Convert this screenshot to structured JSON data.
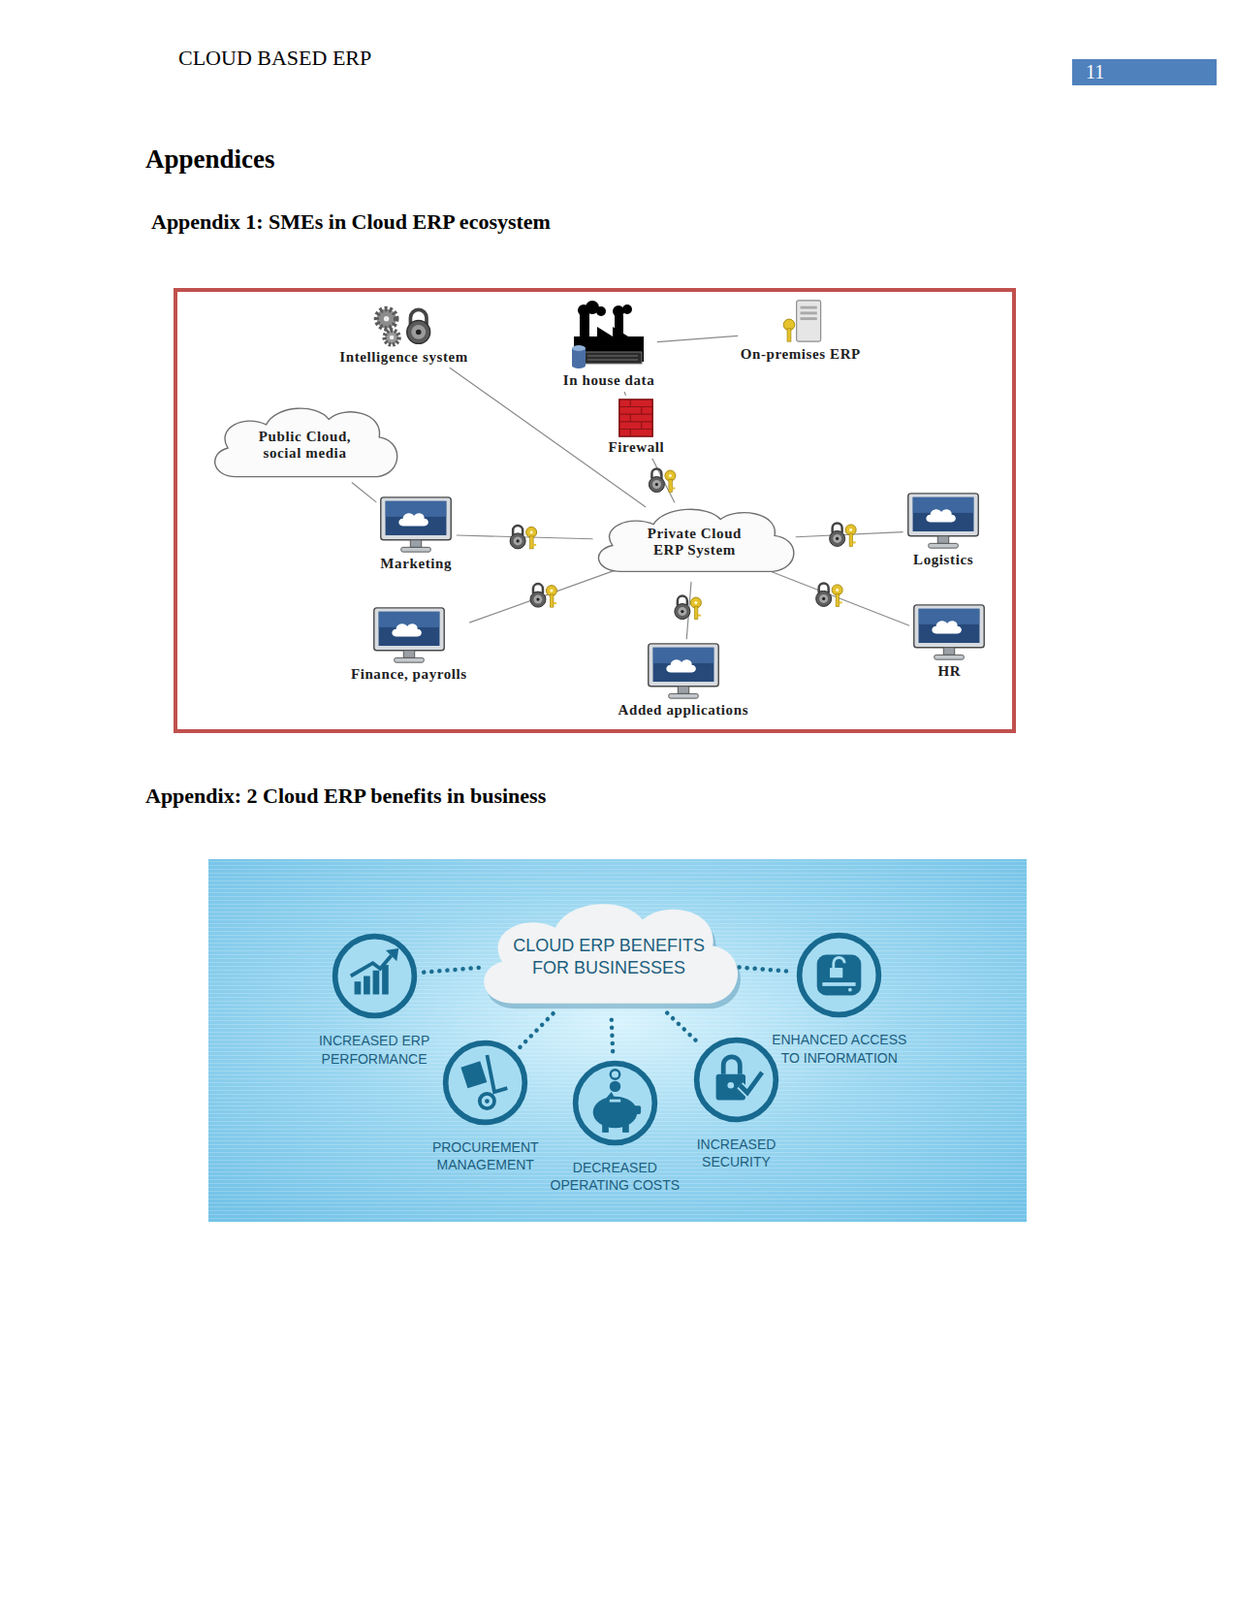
{
  "diagram": {
    "title": "Appendices",
    "nodes": [
      {
        "text": [
          "Intelligence system"
        ]
      },
      {
        "text": [
          "In house data"
        ]
      },
      {
        "text": [
          "On-premises ERP"
        ]
      },
      {
        "text": [
          "Firewall"
        ]
      },
      {
        "text": [
          "Public Cloud, social media"
        ]
      },
      {
        "text": [
          "Marketing"
        ]
      },
      {
        "text": [
          "Private Cloud ERP System"
        ]
      },
      {
        "text": [
          "Logistics"
        ]
      },
      {
        "text": [
          "Finance, payrolls"
        ]
      },
      {
        "text": [
          "HR"
        ]
      },
      {
        "text": [
          "Added applications"
        ]
      },
      {
        "text": [
          "CLOUD ERP BENEFITS FOR BUSINESSES"
        ]
      },
      {
        "text": [
          "INCREASED ERP PERFORMANCE"
        ]
      },
      {
        "text": [
          "ENHANCED ACCESS TO INFORMATION"
        ]
      },
      {
        "text": [
          "PROCUREMENT MANAGEMENT"
        ]
      },
      {
        "text": [
          "DECREASED OPERATING COSTS"
        ]
      },
      {
        "text": [
          "INCREASED SECURITY"
        ]
      }
    ],
    "edges": [
      {
        "from": 0,
        "to": 6,
        "arrow": "none"
      },
      {
        "from": 1,
        "to": 2,
        "arrow": "none"
      },
      {
        "from": 1,
        "to": 3,
        "arrow": "none"
      },
      {
        "from": 3,
        "to": 6,
        "arrow": "none"
      },
      {
        "from": 4,
        "to": 5,
        "arrow": "none"
      },
      {
        "from": 5,
        "to": 6,
        "arrow": "none"
      },
      {
        "from": 6,
        "to": 7,
        "arrow": "none"
      },
      {
        "from": 6,
        "to": 8,
        "arrow": "none"
      },
      {
        "from": 6,
        "to": 9,
        "arrow": "none"
      },
      {
        "from": 6,
        "to": 10,
        "arrow": "none"
      },
      {
        "from": 11,
        "to": 12,
        "arrow": "none"
      },
      {
        "from": 11,
        "to": 13,
        "arrow": "none"
      },
      {
        "from": 11,
        "to": 14,
        "arrow": "none"
      },
      {
        "from": 11,
        "to": 15,
        "arrow": "none"
      },
      {
        "from": 11,
        "to": 16,
        "arrow": "none"
      }
    ],
    "labels": [
      "CLOUD BASED ERP",
      "11",
      "Appendix 1: SMEs in Cloud ERP ecosystem",
      "Appendix: 2 Cloud ERP benefits in business"
    ]
  }
}
